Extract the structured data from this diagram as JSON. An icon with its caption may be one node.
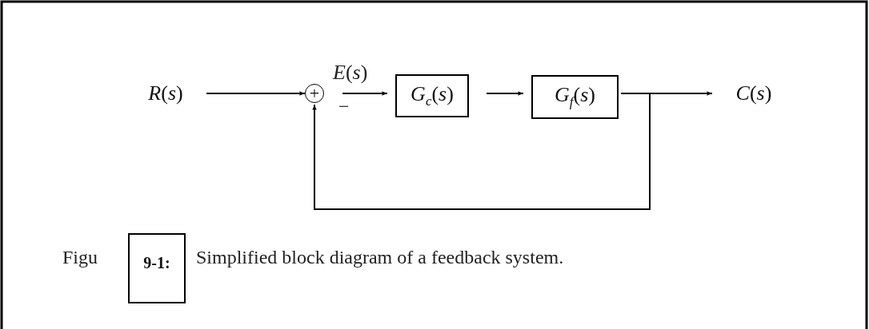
{
  "diagram": {
    "nodes": [
      {
        "text": [
          "*R*(*s*)"
        ]
      },
      {
        "text": [
          "+"
        ],
        "beside": [
          "−"
        ]
      },
      {
        "text": [
          "*G*$_{c}$(*s*)"
        ]
      },
      {
        "text": [
          "*G*$_{f}$(*s*)"
        ]
      },
      {
        "text": [
          "*C*(*s*)"
        ]
      },
      {
        "text": [
          "9-1:"
        ]
      }
    ],
    "edges": [
      {
        "from": 0,
        "to": 1,
        "arrow": "to"
      },
      {
        "from": 1,
        "to": 2,
        "arrow": "to",
        "label": "*E*(*s*)"
      },
      {
        "from": 2,
        "to": 3,
        "arrow": "to"
      },
      {
        "from": 3,
        "to": 4,
        "arrow": "to"
      },
      {
        "from": 3,
        "to": 1,
        "arrow": "to"
      }
    ],
    "labels": [
      "Figu",
      "Simplified block diagram of a feedback system."
    ]
  }
}
